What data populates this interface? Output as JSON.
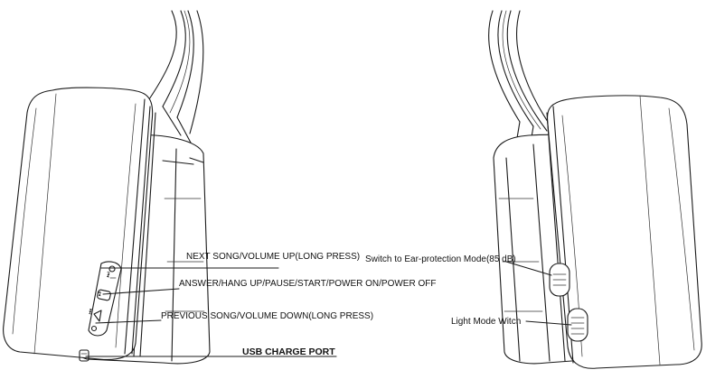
{
  "callouts": {
    "next_song": "NEXT SONG/VOLUME UP(LONG PRESS)",
    "answer": "ANSWER/HANG UP/PAUSE/START/POWER ON/POWER OFF",
    "previous_song": "PREVIOUS SONG/VOLUME DOWN(LONG PRESS)",
    "usb_port": "USB CHARGE PORT",
    "ear_protection": "Switch to Ear-protection Mode(85 dB)",
    "light_mode": "Light Mode Witch"
  },
  "icons": {
    "next": "next-track-icon",
    "play_pause": "play-pause-icon",
    "previous": "previous-track-icon"
  }
}
